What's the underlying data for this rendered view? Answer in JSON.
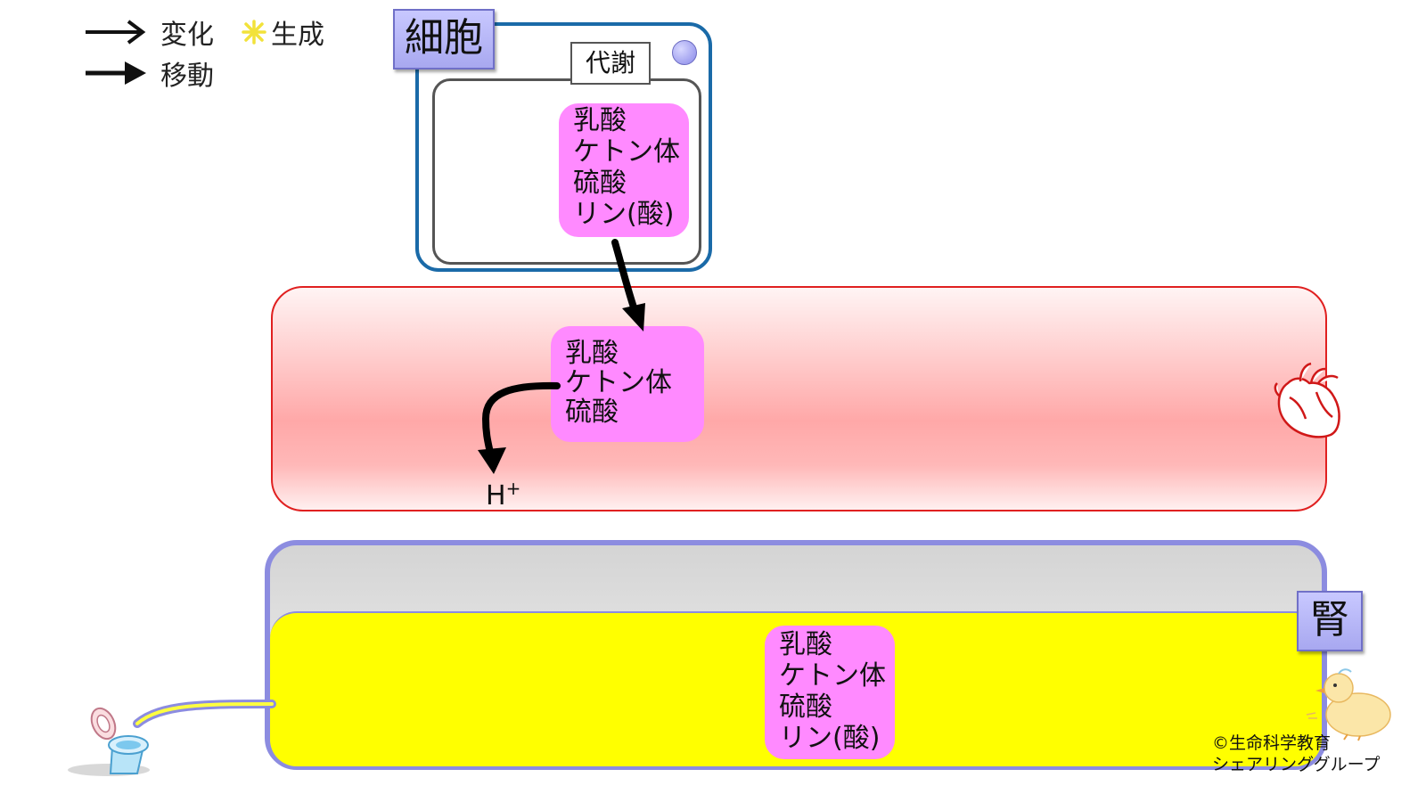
{
  "legend": {
    "change_label": "変化",
    "generate_label": "生成",
    "move_label": "移動"
  },
  "cell": {
    "label": "細胞",
    "metabolism_label": "代謝",
    "substances": [
      "乳酸",
      "ケトン体",
      "硫酸",
      "リン(酸)"
    ]
  },
  "blood": {
    "substances": [
      "乳酸",
      "ケトン体",
      "硫酸"
    ],
    "ion_label": "H",
    "ion_charge": "+"
  },
  "kidney": {
    "label": "腎",
    "urine_substances": [
      "乳酸",
      "ケトン体",
      "硫酸",
      "リン(酸)"
    ]
  },
  "copyright": {
    "line1": "©生命科学教育",
    "line2": "シェアリンググループ"
  },
  "colors": {
    "cell_border": "#1a6aa8",
    "substance_fill": "#ff8aff",
    "blood_border": "#e02020",
    "kidney_border": "#8c8ce0",
    "urine_fill": "#ffff00",
    "label_fill": "#b8b8f8"
  },
  "icons": [
    "arrow-change-icon",
    "sparkle-generate-icon",
    "arrow-move-icon",
    "heart-icon",
    "toilet-icon",
    "chick-icon"
  ]
}
